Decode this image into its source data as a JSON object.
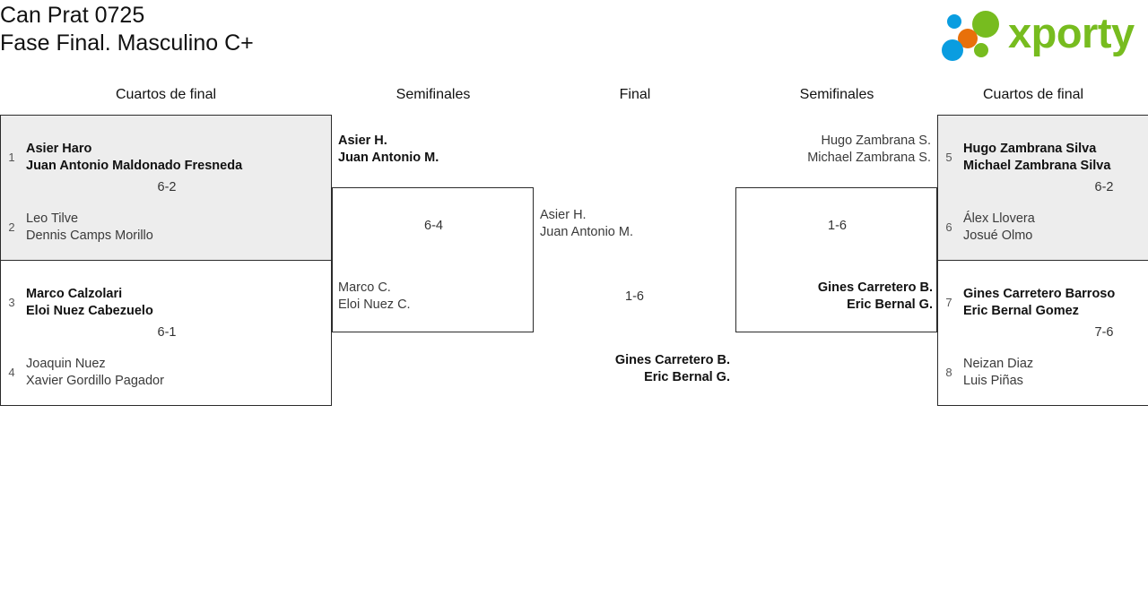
{
  "header": {
    "title_line1": "Can Prat 0725",
    "title_line2": "Fase Final. Masculino C+",
    "logo_word": "xporty",
    "brand_green": "#77bc1f",
    "brand_blue": "#0a9de0",
    "brand_orange": "#e8700a"
  },
  "rounds": [
    {
      "label": "Cuartos de final"
    },
    {
      "label": "Semifinales"
    },
    {
      "label": "Final"
    },
    {
      "label": "Semifinales"
    },
    {
      "label": "Cuartos de final"
    }
  ],
  "bracket": {
    "qf_left": [
      {
        "score": "6-2",
        "top": {
          "seed": "1",
          "player1": "Asier Haro",
          "player2": "Juan Antonio Maldonado Fresneda",
          "winner": true
        },
        "bottom": {
          "seed": "2",
          "player1": "Leo Tilve",
          "player2": "Dennis Camps Morillo",
          "winner": false
        }
      },
      {
        "score": "6-1",
        "top": {
          "seed": "3",
          "player1": "Marco Calzolari",
          "player2": "Eloi Nuez Cabezuelo",
          "winner": true
        },
        "bottom": {
          "seed": "4",
          "player1": "Joaquin Nuez",
          "player2": "Xavier Gordillo Pagador",
          "winner": false
        }
      }
    ],
    "qf_right": [
      {
        "score": "6-2",
        "top": {
          "seed": "5",
          "player1": "Hugo Zambrana Silva",
          "player2": "Michael Zambrana Silva",
          "winner": true
        },
        "bottom": {
          "seed": "6",
          "player1": "Álex Llovera",
          "player2": "Josué Olmo",
          "winner": false
        }
      },
      {
        "score": "7-6",
        "top": {
          "seed": "7",
          "player1": "Gines Carretero Barroso",
          "player2": "Eric Bernal Gomez",
          "winner": true
        },
        "bottom": {
          "seed": "8",
          "player1": "Neizan Diaz",
          "player2": "Luis Piñas",
          "winner": false
        }
      }
    ],
    "sf_left": {
      "score": "6-4",
      "top": {
        "player1": "Asier H.",
        "player2": "Juan Antonio M.",
        "winner": true
      },
      "bottom": {
        "player1": "Marco C.",
        "player2": "Eloi Nuez C.",
        "winner": false
      }
    },
    "sf_right": {
      "score": "1-6",
      "top": {
        "player1": "Hugo Zambrana S.",
        "player2": "Michael Zambrana S.",
        "winner": false
      },
      "bottom": {
        "player1": "Gines Carretero B.",
        "player2": "Eric Bernal G.",
        "winner": true
      }
    },
    "final": {
      "score_top": "1-6",
      "score_bottom": "1-6",
      "top": {
        "player1": "Asier H.",
        "player2": "Juan Antonio M.",
        "winner": false
      },
      "bottom": {
        "player1": "Gines Carretero B.",
        "player2": "Eric Bernal G.",
        "winner": true
      }
    }
  }
}
